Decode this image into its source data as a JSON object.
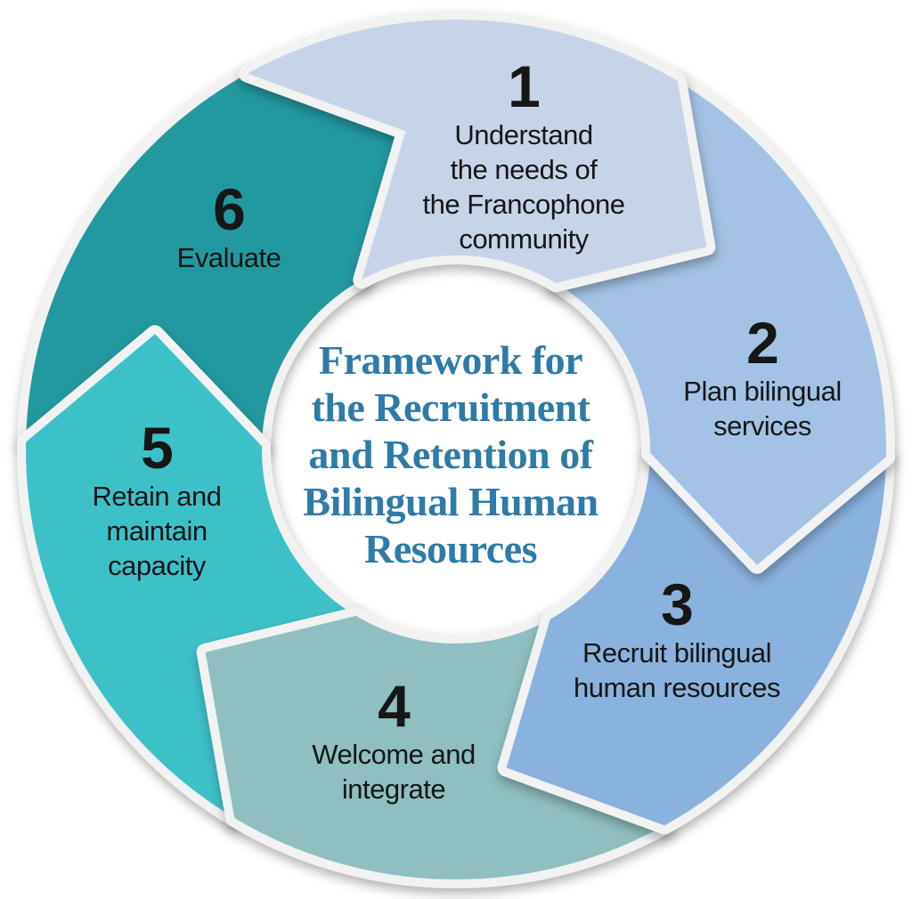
{
  "diagram": {
    "center_title_lines": [
      "Framework for",
      "the Recruitment",
      "and Retention of",
      "Bilingual Human",
      "Resources"
    ],
    "title_color": "#2E7BA8",
    "text_color": "#161616",
    "ring_outline_color": "#F2F2F2",
    "segments": [
      {
        "number": "1",
        "label_lines": [
          "Understand",
          "the needs of",
          "the Francophone",
          "community"
        ],
        "color": "#C7D4E8"
      },
      {
        "number": "2",
        "label_lines": [
          "Plan bilingual",
          "services"
        ],
        "color": "#A4C3E4"
      },
      {
        "number": "3",
        "label_lines": [
          "Recruit bilingual",
          "human resources"
        ],
        "color": "#8AB2DE"
      },
      {
        "number": "4",
        "label_lines": [
          "Welcome and",
          "integrate"
        ],
        "color": "#8FBFC0"
      },
      {
        "number": "5",
        "label_lines": [
          "Retain and",
          "maintain",
          "capacity"
        ],
        "color": "#3EC1C9"
      },
      {
        "number": "6",
        "label_lines": [
          "Evaluate"
        ],
        "color": "#21999F"
      }
    ]
  }
}
